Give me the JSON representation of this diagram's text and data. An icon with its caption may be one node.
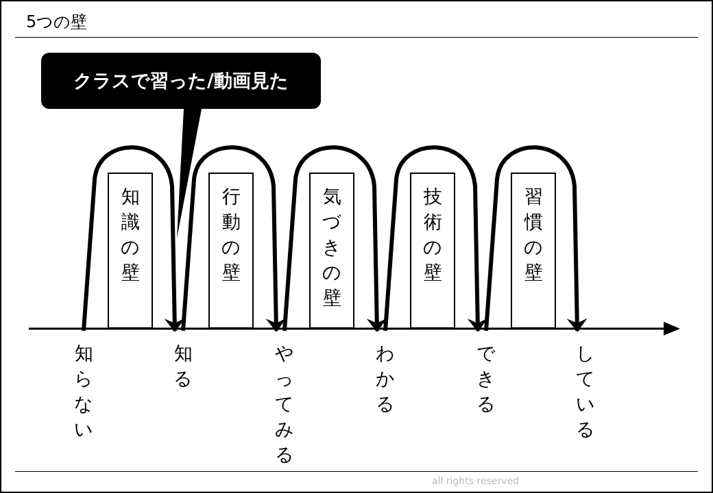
{
  "diagram": {
    "title": "5つの壁",
    "nodes": [
      {
        "text": [
          "クラスで習った/動画見た"
        ]
      },
      {
        "text": [
          "知識の壁"
        ]
      },
      {
        "text": [
          "行動の壁"
        ]
      },
      {
        "text": [
          "気づきの壁"
        ]
      },
      {
        "text": [
          "技術の壁"
        ]
      },
      {
        "text": [
          "習慣の壁"
        ]
      },
      {
        "text": [
          "知らない"
        ]
      },
      {
        "text": [
          "知る"
        ]
      },
      {
        "text": [
          "やってみる"
        ]
      },
      {
        "text": [
          "わかる"
        ]
      },
      {
        "text": [
          "できる"
        ]
      },
      {
        "text": [
          "している"
        ]
      }
    ],
    "edges": [
      {
        "from": 6,
        "to": 7,
        "arrow": "to"
      },
      {
        "from": 7,
        "to": 8,
        "arrow": "to"
      },
      {
        "from": 8,
        "to": 9,
        "arrow": "to"
      },
      {
        "from": 9,
        "to": 10,
        "arrow": "to"
      },
      {
        "from": 10,
        "to": 11,
        "arrow": "to"
      },
      {
        "from": 0,
        "to": null,
        "arrow": "to"
      }
    ],
    "labels": [
      "all rights reserved"
    ]
  }
}
